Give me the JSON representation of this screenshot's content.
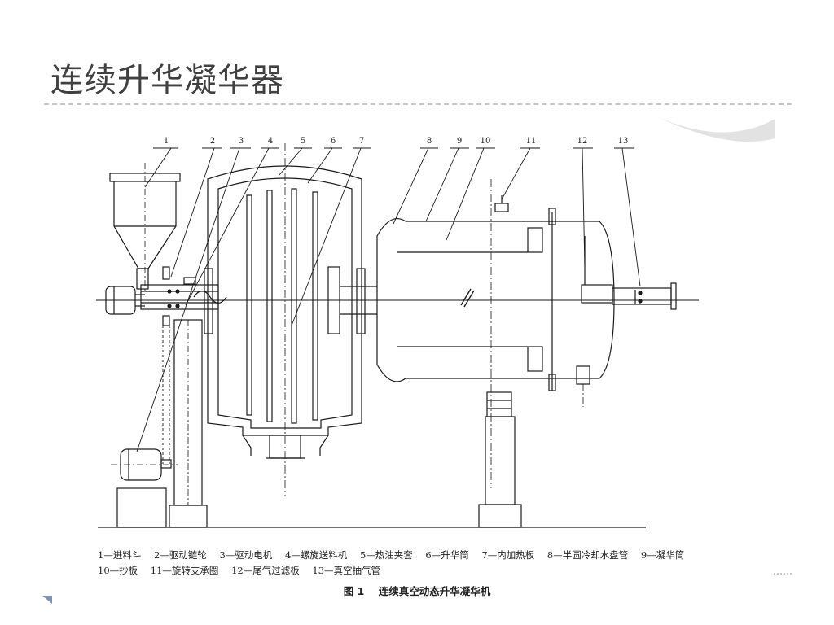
{
  "slide": {
    "title": "连续升华凝华器"
  },
  "diagram": {
    "callouts": [
      "1",
      "2",
      "3",
      "4",
      "5",
      "6",
      "7",
      "8",
      "9",
      "10",
      "11",
      "12",
      "13"
    ]
  },
  "legend": {
    "row1": [
      "1—进料斗",
      "2—驱动链轮",
      "3—驱动电机",
      "4—螺旋送料机",
      "5—热油夹套",
      "6—升华筒",
      "7—内加热板",
      "8—半圆冷却水盘管",
      "9—凝华筒"
    ],
    "row2": [
      "10—抄板",
      "11—旋转支承圈",
      "12—尾气过滤板",
      "13—真空抽气管"
    ]
  },
  "caption": {
    "figure_no": "图 1",
    "text": "连续真空动态升华凝华机"
  },
  "colors": {
    "title": "#404040",
    "rule": "#c6c6c6",
    "line": "#1a1a1a",
    "accent": "#7f93ad"
  }
}
